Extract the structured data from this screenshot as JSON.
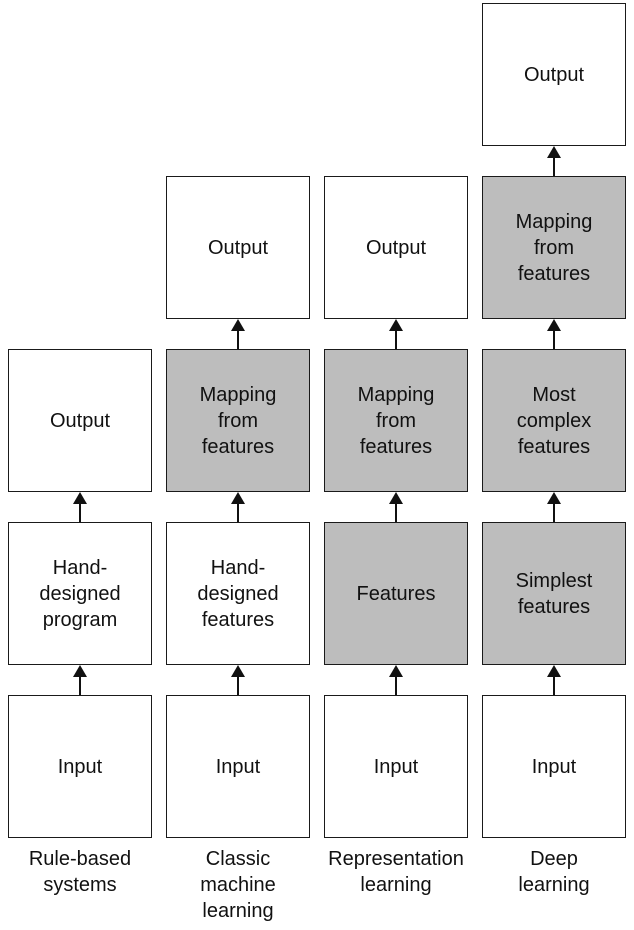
{
  "colors": {
    "border": "#1a1a1a",
    "processed_fill": "#bdbdbd",
    "plain_fill": "#ffffff"
  },
  "columns": [
    {
      "id": "rule-based",
      "caption": "Rule-based\nsystems",
      "boxes": [
        {
          "label": "Input",
          "learned": false
        },
        {
          "label": "Hand-\ndesigned\nprogram",
          "learned": false
        },
        {
          "label": "Output",
          "learned": false
        }
      ]
    },
    {
      "id": "classic-ml",
      "caption": "Classic\nmachine\nlearning",
      "boxes": [
        {
          "label": "Input",
          "learned": false
        },
        {
          "label": "Hand-\ndesigned\nfeatures",
          "learned": false
        },
        {
          "label": "Mapping\nfrom\nfeatures",
          "learned": true
        },
        {
          "label": "Output",
          "learned": false
        }
      ]
    },
    {
      "id": "representation-learning",
      "caption": "Representation\nlearning",
      "boxes": [
        {
          "label": "Input",
          "learned": false
        },
        {
          "label": "Features",
          "learned": true
        },
        {
          "label": "Mapping\nfrom\nfeatures",
          "learned": true
        },
        {
          "label": "Output",
          "learned": false
        }
      ]
    },
    {
      "id": "deep-learning",
      "caption": "Deep\nlearning",
      "boxes": [
        {
          "label": "Input",
          "learned": false
        },
        {
          "label": "Simplest\nfeatures",
          "learned": true
        },
        {
          "label": "Most\ncomplex\nfeatures",
          "learned": true
        },
        {
          "label": "Mapping\nfrom\nfeatures",
          "learned": true
        },
        {
          "label": "Output",
          "learned": false
        }
      ]
    }
  ]
}
